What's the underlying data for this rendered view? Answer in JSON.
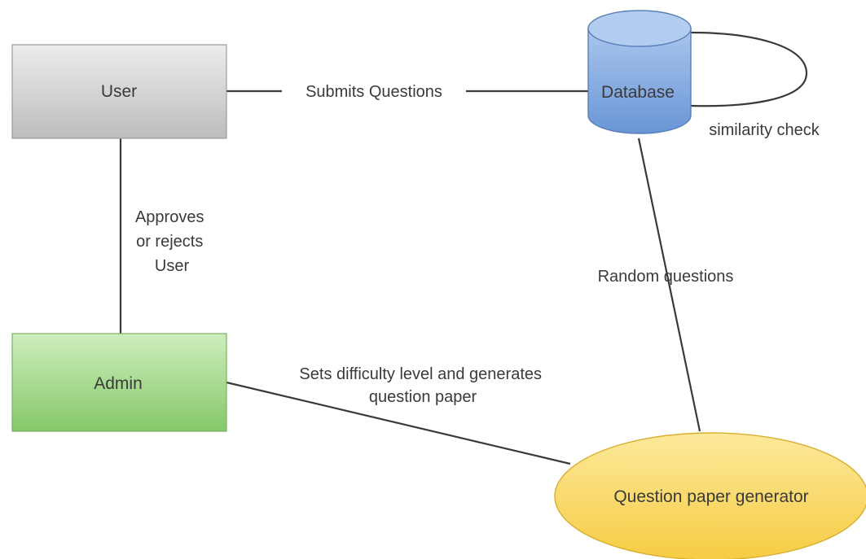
{
  "nodes": {
    "user": {
      "label": "User"
    },
    "database": {
      "label": "Database"
    },
    "admin": {
      "label": "Admin"
    },
    "generator": {
      "label": "Question paper generator"
    }
  },
  "edges": {
    "submits": {
      "label": "Submits Questions"
    },
    "similarity": {
      "label": "similarity check"
    },
    "approves": {
      "lines": [
        "Approves",
        "or rejects",
        "User"
      ]
    },
    "random": {
      "label": "Random questions"
    },
    "sets": {
      "lines": [
        "Sets difficulty level and generates",
        "question paper"
      ]
    }
  },
  "colors": {
    "user_fill": "#d6d6d6",
    "database_fill": "#7fa7dd",
    "admin_fill": "#a5d98a",
    "generator_fill": "#fbd968",
    "line": "#3a3a3a"
  }
}
